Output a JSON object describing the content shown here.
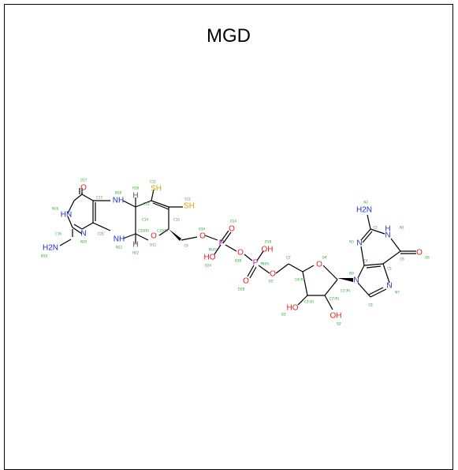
{
  "title": "MGD",
  "atoms": {
    "O4": "O",
    "HN3": "HN",
    "H2N": "H2N",
    "N1": "N",
    "NH5": "NH",
    "NH8": "NH",
    "H4a": "H",
    "H9a": "H",
    "O11": "O",
    "SH13": "SH",
    "SH12": "SH",
    "O3A": "O",
    "O1A": "O",
    "PA": "P",
    "HO2A": "HO",
    "O3B": "O",
    "OH1B": "OH",
    "PB": "P",
    "O2B": "O",
    "O5p": "O",
    "O4p": "O",
    "HO3p": "HO",
    "OH2p": "OH",
    "NH2G": "H2N",
    "N1G": "N",
    "HN1G": "H",
    "N3G": "N",
    "O6G": "O",
    "N9G": "N",
    "N7G": "N"
  },
  "labels": {
    "l_O17": "O17",
    "l_N18": "N18",
    "l_C17": "C17",
    "l_N16": "N16",
    "l_H18": "H18",
    "l_C11": "C11",
    "l_C12": "C12",
    "l_S12": "S12",
    "l_C16": "C16",
    "l_C15": "C15",
    "l_C14": "C14",
    "l_C20": "C20(R)",
    "l_C10": "C10(R)",
    "l_N19": "N19",
    "l_N20": "N20",
    "l_C21": "C21",
    "l_N22": "N22",
    "l_O11": "O11",
    "l_C9": "C9",
    "l_H22": "H22",
    "l_O3A": "O3A",
    "l_O1A": "O1A",
    "l_PA": "PA(S)",
    "l_O2A": "O2A",
    "l_O3B": "O3B",
    "l_O1B": "O1B",
    "l_PB": "PB(R)",
    "l_O5B": "O5'",
    "l_O2B": "O2B",
    "l_C5p": "C5'",
    "l_C4p": "C4'(R)",
    "l_O4p": "O4'",
    "l_C3p": "C3'(S)",
    "l_C2p": "C2'(R)",
    "l_C1p": "C1'(R)",
    "l_O3p": "O3'",
    "l_O2p": "O2'",
    "l_N9": "N9",
    "l_C8": "C8",
    "l_N7": "N7",
    "l_C5": "C5",
    "l_C4": "C4",
    "l_N3": "N3",
    "l_C2": "C2",
    "l_N2": "N2",
    "l_N1": "N1",
    "l_C6": "C6",
    "l_O6": "O6"
  }
}
